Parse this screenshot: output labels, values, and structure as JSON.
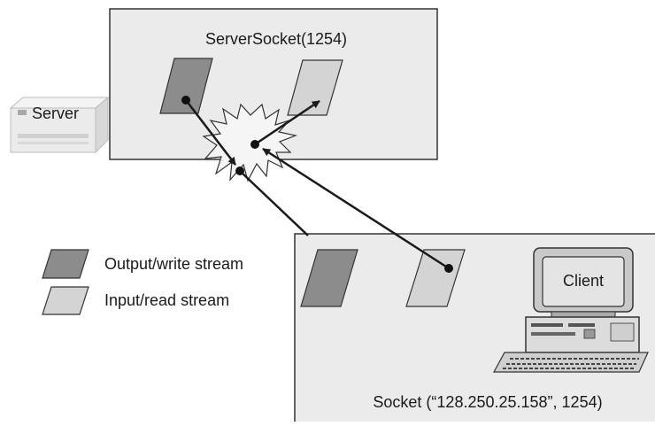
{
  "server_box": {
    "title": "ServerSocket(1254)"
  },
  "server_machine": {
    "label": "Server"
  },
  "client_box": {
    "title": "Socket  (“128.250.25.158”, 1254)"
  },
  "client_machine": {
    "label": "Client"
  },
  "legend": {
    "items": [
      {
        "label": "Output/write stream",
        "swatch_color": "#8c8c8c"
      },
      {
        "label": "Input/read stream",
        "swatch_color": "#d4d4d4"
      }
    ]
  },
  "colors": {
    "box_fill": "#ebebeb",
    "output_stream": "#8c8c8c",
    "input_stream": "#d4d4d4",
    "line": "#1a1a1a"
  }
}
